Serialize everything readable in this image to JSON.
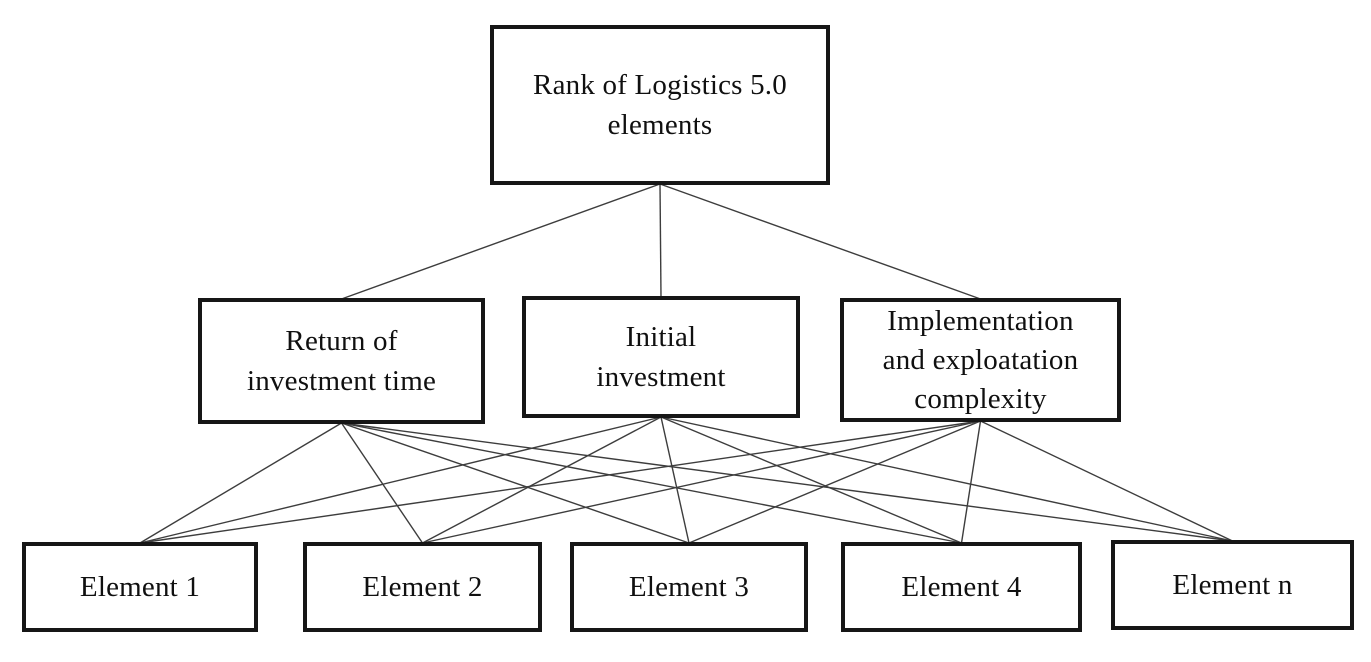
{
  "diagram": {
    "type": "hierarchy",
    "nodes": {
      "goal": {
        "label": "Rank of Logistics 5.0\nelements"
      },
      "criterion_1": {
        "label": "Return of\ninvestment time"
      },
      "criterion_2": {
        "label": "Initial\ninvestment"
      },
      "criterion_3": {
        "label": "Implementation\nand exploatation\ncomplexity"
      },
      "element_1": {
        "label": "Element 1"
      },
      "element_2": {
        "label": "Element 2"
      },
      "element_3": {
        "label": "Element 3"
      },
      "element_4": {
        "label": "Element 4"
      },
      "element_n": {
        "label": "Element n"
      }
    },
    "edges": [
      {
        "from": "goal",
        "to": "criterion_1"
      },
      {
        "from": "goal",
        "to": "criterion_2"
      },
      {
        "from": "goal",
        "to": "criterion_3"
      },
      {
        "from": "criterion_1",
        "to": "element_1"
      },
      {
        "from": "criterion_1",
        "to": "element_2"
      },
      {
        "from": "criterion_1",
        "to": "element_3"
      },
      {
        "from": "criterion_1",
        "to": "element_4"
      },
      {
        "from": "criterion_1",
        "to": "element_n"
      },
      {
        "from": "criterion_2",
        "to": "element_1"
      },
      {
        "from": "criterion_2",
        "to": "element_2"
      },
      {
        "from": "criterion_2",
        "to": "element_3"
      },
      {
        "from": "criterion_2",
        "to": "element_4"
      },
      {
        "from": "criterion_2",
        "to": "element_n"
      },
      {
        "from": "criterion_3",
        "to": "element_1"
      },
      {
        "from": "criterion_3",
        "to": "element_2"
      },
      {
        "from": "criterion_3",
        "to": "element_3"
      },
      {
        "from": "criterion_3",
        "to": "element_4"
      },
      {
        "from": "criterion_3",
        "to": "element_n"
      }
    ],
    "colors": {
      "background": "#ffffff",
      "box_border": "#161616",
      "text": "#101010",
      "line": "#3d3d3d"
    },
    "line_width": 1.4
  }
}
